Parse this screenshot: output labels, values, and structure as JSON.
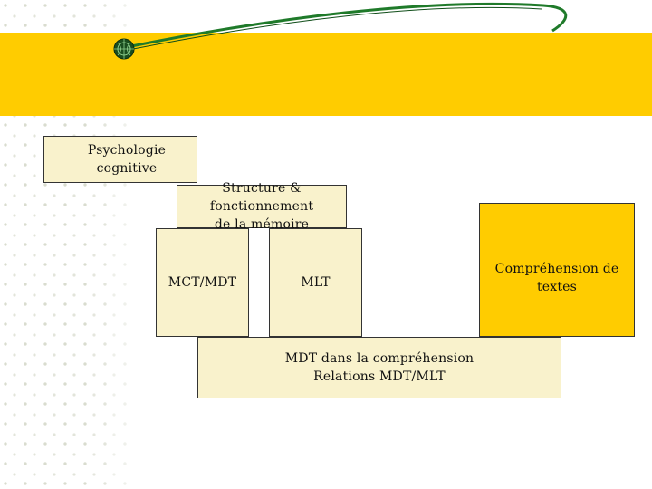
{
  "colors": {
    "banner": "#ffcc00",
    "box_fill": "#f9f2cc",
    "highlight_box": "#ffcc00",
    "swoosh": "#1f7a2a"
  },
  "diagram": {
    "boxes": {
      "psychologie": "Psychologie cognitive",
      "structure": "Structure & fonctionnement\nde la mémoire",
      "mct": "MCT/MDT",
      "mlt": "MLT",
      "comprehension": "Compréhension de textes",
      "mdt": "MDT dans la compréhension\nRelations MDT/MLT"
    }
  },
  "decor": {
    "icon": "globe-bullet-icon"
  }
}
